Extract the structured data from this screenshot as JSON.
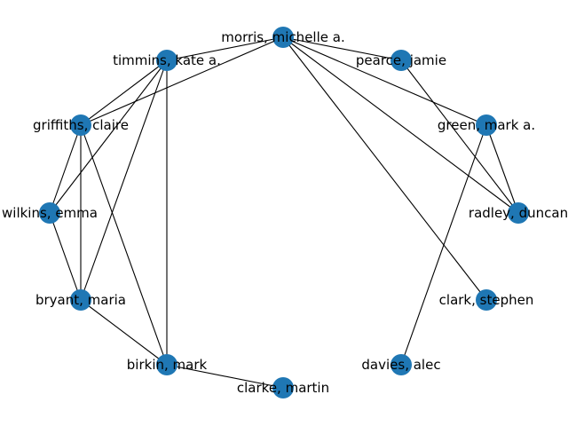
{
  "graph": {
    "node_color": "#1f77b4",
    "edge_color": "#000000",
    "nodes": [
      {
        "id": "morris",
        "label": "morris, michelle a."
      },
      {
        "id": "pearce",
        "label": "pearce, jamie"
      },
      {
        "id": "green",
        "label": "green, mark a."
      },
      {
        "id": "radley",
        "label": "radley, duncan"
      },
      {
        "id": "clark",
        "label": "clark, stephen"
      },
      {
        "id": "davies",
        "label": "davies, alec"
      },
      {
        "id": "clarke",
        "label": "clarke, martin"
      },
      {
        "id": "birkin",
        "label": "birkin, mark"
      },
      {
        "id": "bryant",
        "label": "bryant, maria"
      },
      {
        "id": "wilkins",
        "label": "wilkins, emma"
      },
      {
        "id": "griffiths",
        "label": "griffiths, claire"
      },
      {
        "id": "timmins",
        "label": "timmins, kate a."
      }
    ],
    "edges": [
      [
        "morris",
        "timmins"
      ],
      [
        "morris",
        "griffiths"
      ],
      [
        "morris",
        "pearce"
      ],
      [
        "morris",
        "green"
      ],
      [
        "morris",
        "radley"
      ],
      [
        "morris",
        "clark"
      ],
      [
        "timmins",
        "griffiths"
      ],
      [
        "timmins",
        "wilkins"
      ],
      [
        "timmins",
        "bryant"
      ],
      [
        "timmins",
        "birkin"
      ],
      [
        "griffiths",
        "wilkins"
      ],
      [
        "griffiths",
        "bryant"
      ],
      [
        "griffiths",
        "birkin"
      ],
      [
        "wilkins",
        "bryant"
      ],
      [
        "bryant",
        "birkin"
      ],
      [
        "birkin",
        "clarke"
      ],
      [
        "pearce",
        "radley"
      ],
      [
        "green",
        "radley"
      ],
      [
        "green",
        "davies"
      ]
    ]
  }
}
